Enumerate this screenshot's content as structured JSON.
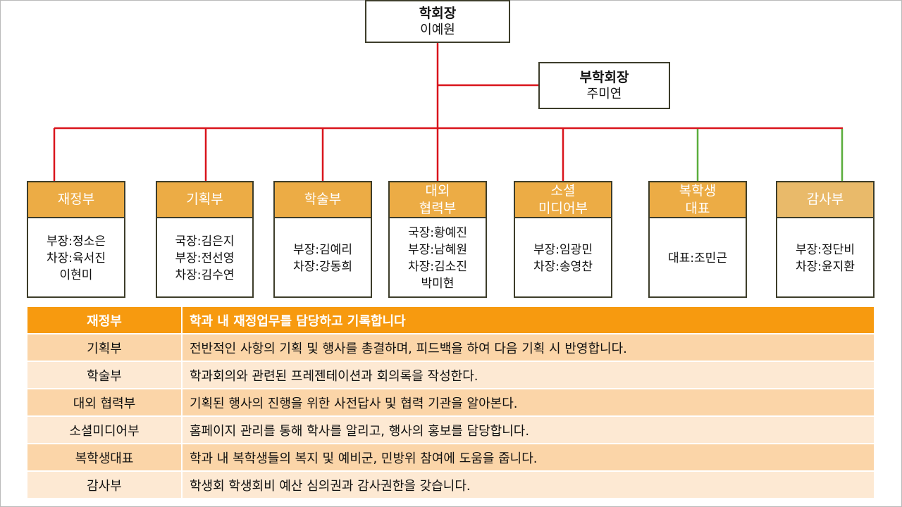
{
  "president": {
    "title": "학회장",
    "name": "이예원"
  },
  "vice_president": {
    "title": "부학회장",
    "name": "주미연"
  },
  "departments": [
    {
      "name": "재정부",
      "members": [
        "부장:정소은",
        "차장:육서진",
        "이현미"
      ]
    },
    {
      "name": "기획부",
      "members": [
        "국장:김은지",
        "부장:전선영",
        "차장:김수연"
      ]
    },
    {
      "name": "학술부",
      "members": [
        "부장:김예리",
        "차장:강동희"
      ]
    },
    {
      "name": "대외\n협력부",
      "members": [
        "국장:황예진",
        "부장:남혜원",
        "차장:김소진",
        "박미현"
      ]
    },
    {
      "name": "소셜\n미디어부",
      "members": [
        "부장:임광민",
        "차장:송영찬"
      ]
    },
    {
      "name": "복학생\n대표",
      "members": [
        "대표:조민근"
      ]
    },
    {
      "name": "감사부",
      "members": [
        "부장:정단비",
        "차장:윤지환"
      ]
    }
  ],
  "descriptions": [
    {
      "dept": "재정부",
      "text": "학과 내 재정업무를 담당하고 기록합니다"
    },
    {
      "dept": "기획부",
      "text": "전반적인 사항의 기획 및 행사를 총결하며, 피드백을 하여 다음 기획 시 반영합니다."
    },
    {
      "dept": "학술부",
      "text": "학과회의와 관련된 프레젠테이션과 회의록을 작성한다."
    },
    {
      "dept": "대외 협력부",
      "text": "기획된 행사의 진행을 위한 사전답사 및 협력 기관을 알아본다."
    },
    {
      "dept": "소셜미디어부",
      "text": "홈페이지 관리를 통해 학사를 알리고, 행사의 홍보를 담당합니다."
    },
    {
      "dept": "복학생대표",
      "text": "학과 내 복학생들의 복지 및 예비군, 민방위 참여에 도움을 줍니다."
    },
    {
      "dept": "감사부",
      "text": "학생회 학생회비 예산 심의권과 감사권한을 갖습니다."
    }
  ],
  "colors": {
    "red_connector": "#d9141c",
    "green_connector": "#5aae3c",
    "dept_header": "#ecac45",
    "table_header": "#f79a0f",
    "table_row_dark": "#fbd5a8",
    "table_row_light": "#fde9d3"
  }
}
